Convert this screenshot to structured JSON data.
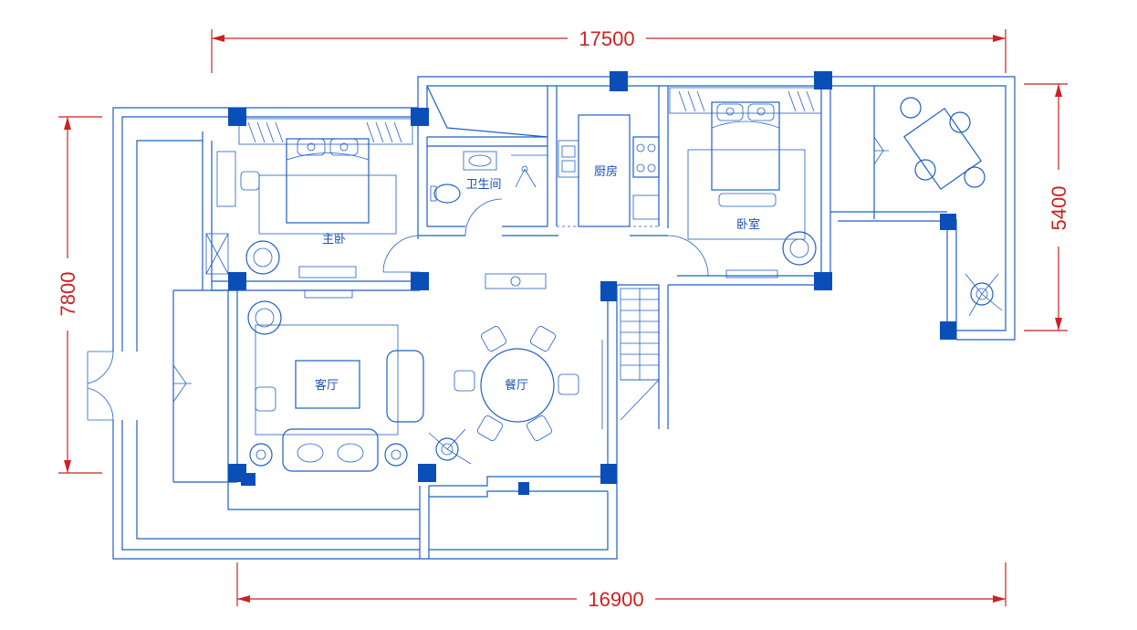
{
  "dimensions": {
    "top": "17500",
    "bottom": "16900",
    "left": "7800",
    "right": "5400"
  },
  "rooms": {
    "master_bedroom": "主卧",
    "bathroom": "卫生间",
    "kitchen": "厨房",
    "bedroom": "卧室",
    "living_room": "客厅",
    "dining_room": "餐厅"
  },
  "colors": {
    "wall": "#1f5fc4",
    "column": "#0a4fb8",
    "dimension": "#cc2222"
  }
}
